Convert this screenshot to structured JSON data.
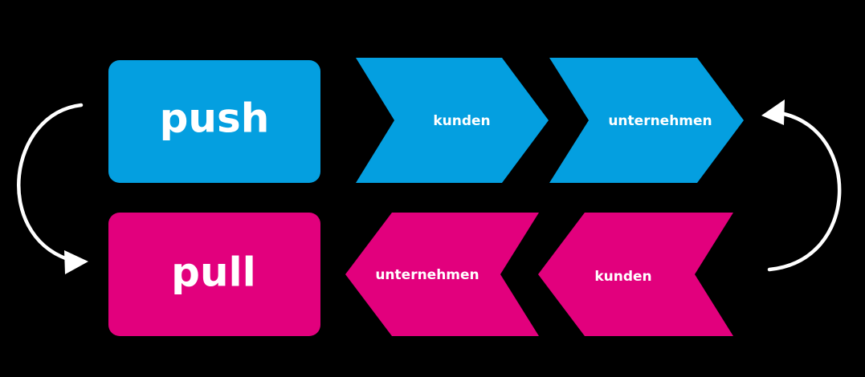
{
  "colors": {
    "background": "#000000",
    "push_blue": "#049fe0",
    "pull_magenta": "#e2007d",
    "arrow_white": "#ffffff"
  },
  "push_row": {
    "box_label": "push",
    "steps": [
      "kunden",
      "unternehmen"
    ]
  },
  "pull_row": {
    "box_label": "pull",
    "steps": [
      "unternehmen",
      "kunden"
    ]
  },
  "connectors": {
    "left": "arrow-left-down-icon",
    "right": "arrow-right-up-icon"
  }
}
